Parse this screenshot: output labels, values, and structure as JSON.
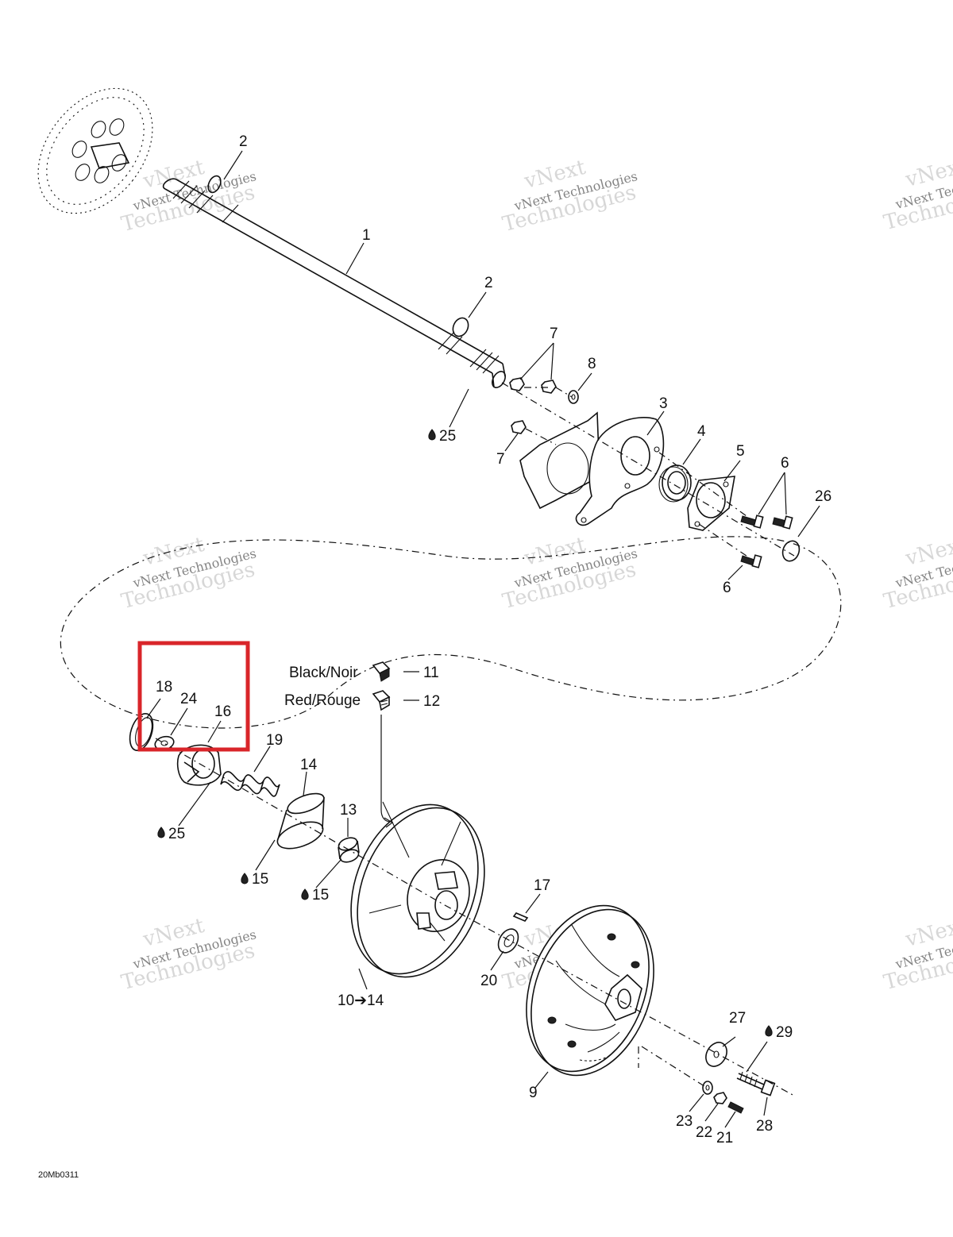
{
  "drawing_code": "20Mb0311",
  "watermark": {
    "line1": "vNext",
    "line2": "vNext Technologies",
    "line3": "Technologies"
  },
  "legend": {
    "black_label": "Black/Noir",
    "black_ref": "11",
    "red_label": "Red/Rouge",
    "red_ref": "12"
  },
  "callouts": {
    "c1": "1",
    "c2a": "2",
    "c2b": "2",
    "c3": "3",
    "c4": "4",
    "c5": "5",
    "c6a": "6",
    "c6b": "6",
    "c7a": "7",
    "c7b": "7",
    "c8": "8",
    "c9": "9",
    "c10": "10➔14",
    "c13": "13",
    "c14": "14",
    "c15a": "15",
    "c15b": "15",
    "c16": "16",
    "c17": "17",
    "c18": "18",
    "c19": "19",
    "c20": "20",
    "c21": "21",
    "c22": "22",
    "c23": "23",
    "c24": "24",
    "c25a": "25",
    "c25b": "25",
    "c26": "26",
    "c27": "27",
    "c28": "28",
    "c29": "29"
  },
  "highlight_color": "#d9252a"
}
